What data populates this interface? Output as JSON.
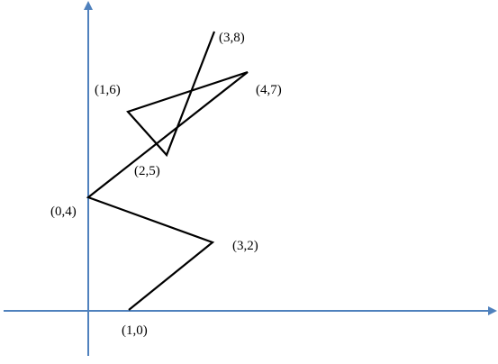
{
  "diagram": {
    "axis_color": "#4f81bd",
    "line_color": "#000000",
    "path_order": [
      [
        1,
        0
      ],
      [
        3,
        2
      ],
      [
        0,
        4
      ],
      [
        4,
        7
      ],
      [
        1,
        6
      ],
      [
        2,
        5
      ],
      [
        3,
        8
      ]
    ],
    "points": [
      {
        "x": 1,
        "y": 0,
        "label": "(1,0)"
      },
      {
        "x": 3,
        "y": 2,
        "label": "(3,2)"
      },
      {
        "x": 0,
        "y": 4,
        "label": "(0,4)"
      },
      {
        "x": 4,
        "y": 7,
        "label": "(4,7)"
      },
      {
        "x": 1,
        "y": 6,
        "label": "(1,6)"
      },
      {
        "x": 2,
        "y": 5,
        "label": "(2,5)"
      },
      {
        "x": 3,
        "y": 8,
        "label": "(3,8)"
      }
    ]
  }
}
